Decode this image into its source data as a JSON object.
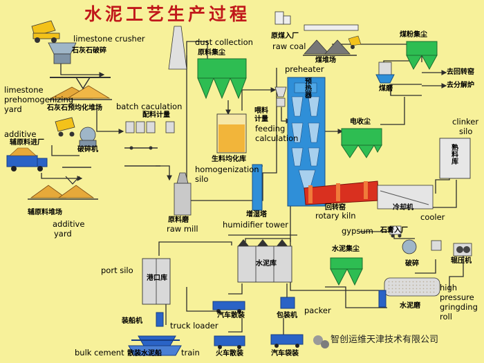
{
  "title": "水泥工艺生产过程",
  "labels": {
    "limestone_crusher_en": "limestone crusher",
    "limestone_crusher_cn": "石灰石破碎",
    "limestone_yard_en_1": "limestone",
    "limestone_yard_en_2": "prehomogenizing",
    "limestone_yard_en_3": "yard",
    "limestone_yard_cn": "石灰石预均化堆场",
    "additive_en": "additive",
    "additive_cn": "辅原料进厂",
    "crusher_cn": "破碎机",
    "additive_yard_cn": "辅原料堆场",
    "additive_yard_en_1": "additive",
    "additive_yard_en_2": "yard",
    "batch_en": "batch caculation",
    "batch_cn": "配料计量",
    "dust_en": "dust collection",
    "raw_dust_cn": "原料集尘",
    "homog_cn": "生料均化库",
    "homog_en_1": "homogenization",
    "homog_en_2": "silo",
    "raw_mill_cn": "原料磨",
    "raw_mill_en": "raw mill",
    "feed_cn_1": "喂料",
    "feed_cn_2": "计量",
    "feed_en_1": "feeding",
    "feed_en_2": "calculation",
    "preheater_en": "preheater",
    "preheater_cn": "预热器",
    "humid_cn": "增湿塔",
    "humid_en": "humidifier tower",
    "rawcoal_cn": "原煤入厂",
    "rawcoal_en": "raw coal",
    "coalyard_cn": "煤堆场",
    "coaldust_cn": "煤粉集尘",
    "coalmill_cn": "煤磨",
    "to_kiln_cn": "去回转窑",
    "to_calciner_cn": "去分解炉",
    "esp_cn": "电收尘",
    "clinker_en_1": "clinker",
    "clinker_en_2": "silo",
    "clinker_cn": "熟料库",
    "kiln_cn": "回转窑",
    "kiln_en": "rotary kiln",
    "cooler_cn": "冷却机",
    "cooler_en": "cooler",
    "gypsum_en": "gypsum",
    "gypsum_cn": "石膏入厂",
    "cement_dust_cn": "水泥集尘",
    "gyp_crush_cn": "破碎",
    "roller_cn": "辊压机",
    "hp_en_1": "high",
    "hp_en_2": "pressure",
    "hp_en_3": "gringding",
    "hp_en_4": "roll",
    "cement_mill_cn": "水泥磨",
    "cement_silo_cn": "水泥库",
    "port_en": "port silo",
    "port_cn": "港口库",
    "shiploader_cn": "装船机",
    "truckloader_en": "truck loader",
    "truck_bulk_cn": "汽车散装",
    "packer_en": "packer",
    "packer_cn": "包装机",
    "bulk_en": "bulk cement",
    "bulk_cn": "散装水泥船",
    "train_en": "train",
    "train_cn": "火车散装",
    "truck_bag_cn": "汽车袋装",
    "watermark": "智创运维天津技术有限公司"
  },
  "colors": {
    "background": "#f7f19a",
    "title": "#c0171a",
    "equipment_green": "#2ebd52",
    "equipment_gray": "#dcdcdc",
    "kiln_red": "#d9301f",
    "preheater_blue": "#2f8fd8",
    "truck_blue": "#2a63c6",
    "line": "#2c2c2c"
  },
  "icons": [
    "wechat-icon"
  ]
}
